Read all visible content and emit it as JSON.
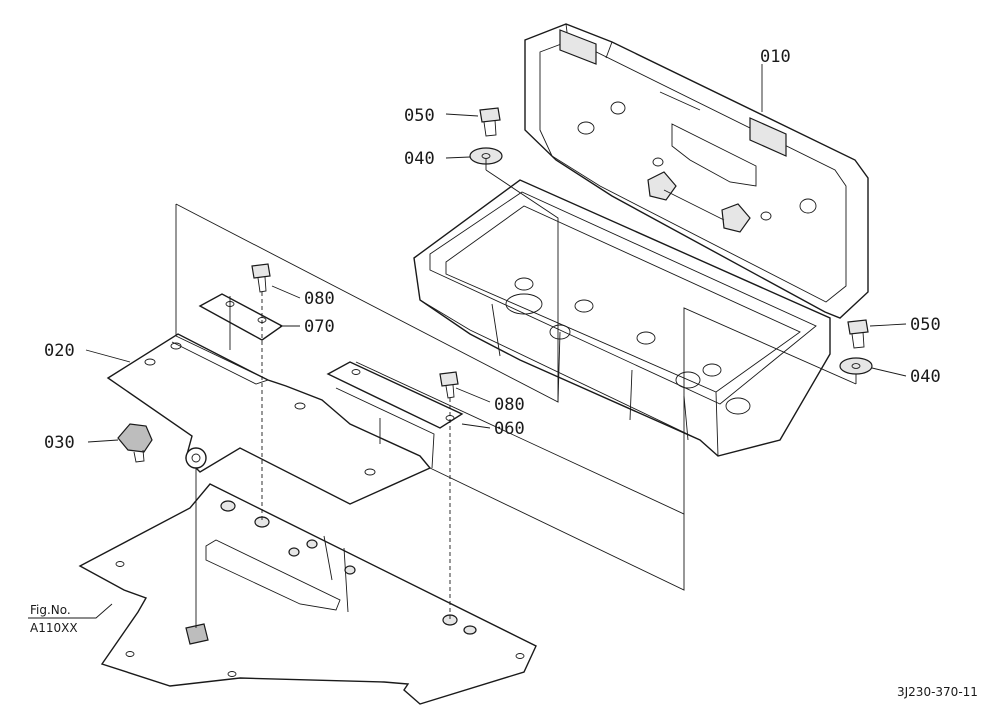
{
  "callouts": {
    "c010": "010",
    "c050a": "050",
    "c040a": "040",
    "c050b": "050",
    "c040b": "040",
    "c080a": "080",
    "c070": "070",
    "c020": "020",
    "c080b": "080",
    "c060": "060",
    "c030": "030"
  },
  "figure_ref": {
    "line1": "Fig.No.",
    "line2": "A110XX"
  },
  "drawing_code": "3J230-370-11"
}
